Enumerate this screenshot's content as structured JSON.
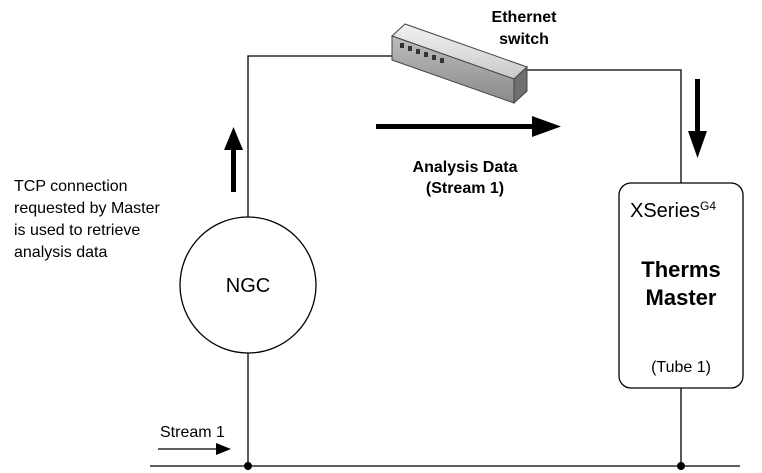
{
  "switch": {
    "label_line1": "Ethernet",
    "label_line2": "switch"
  },
  "flow": {
    "label_line1": "Analysis Data",
    "label_line2": "(Stream 1)"
  },
  "note": {
    "lines": [
      "TCP connection",
      "requested by Master",
      "is used to retrieve",
      "analysis data"
    ]
  },
  "ngc": {
    "label": "NGC"
  },
  "master": {
    "brand": "XSeries",
    "brand_sup": "G4",
    "title_line1": "Therms",
    "title_line2": "Master",
    "tube": "(Tube 1)"
  },
  "stream": {
    "label": "Stream 1"
  }
}
